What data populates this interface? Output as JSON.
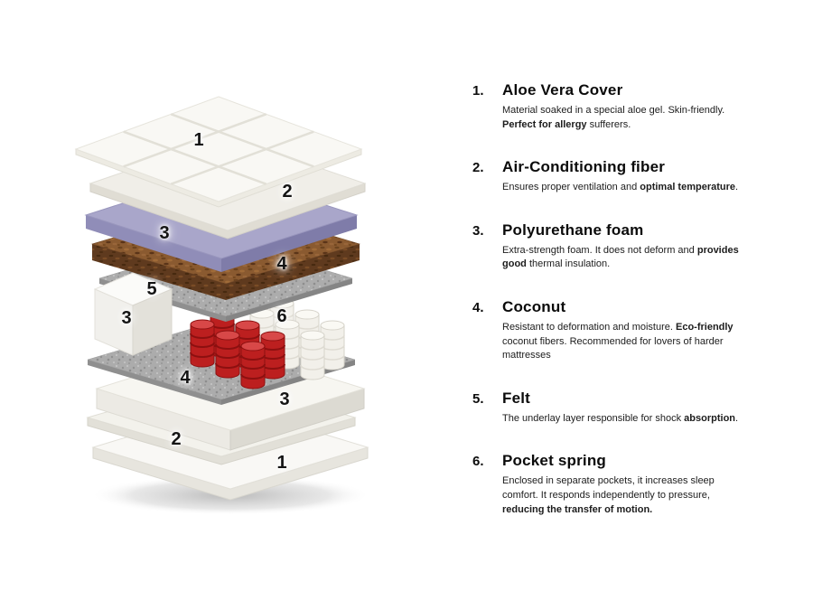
{
  "diagram": {
    "labels": [
      "1",
      "2",
      "3",
      "4",
      "5",
      "3",
      "6",
      "4",
      "3",
      "2",
      "1"
    ],
    "colors": {
      "foam_purple": "#a9a6ca",
      "coconut_brown": "#8a5a30",
      "felt_gray": "#acacac",
      "spring_red": "#bc1f1f",
      "fabric_white": "#f6f5f1"
    }
  },
  "legend": {
    "items": [
      {
        "number": "1.",
        "title": "Aloe Vera Cover",
        "desc": [
          {
            "text": "Material soaked in a special aloe gel. Skin-friendly. ",
            "bold": false
          },
          {
            "text": "Perfect for allergy",
            "bold": true
          },
          {
            "text": " sufferers.",
            "bold": false
          }
        ]
      },
      {
        "number": "2.",
        "title": "Air-Conditioning fiber",
        "desc": [
          {
            "text": "Ensures proper ventilation and ",
            "bold": false
          },
          {
            "text": "optimal temperature",
            "bold": true
          },
          {
            "text": ".",
            "bold": false
          }
        ]
      },
      {
        "number": "3.",
        "title": "Polyurethane foam",
        "desc": [
          {
            "text": "Extra-strength foam. It does not deform and ",
            "bold": false
          },
          {
            "text": "provides good",
            "bold": true
          },
          {
            "text": " thermal insulation.",
            "bold": false
          }
        ]
      },
      {
        "number": "4.",
        "title": "Coconut",
        "desc": [
          {
            "text": "Resistant to deformation and moisture. ",
            "bold": false
          },
          {
            "text": "Eco-friendly",
            "bold": true
          },
          {
            "text": " coconut fibers. Recommended for lovers of harder mattresses",
            "bold": false
          }
        ]
      },
      {
        "number": "5.",
        "title": "Felt",
        "desc": [
          {
            "text": "The underlay layer responsible for shock ",
            "bold": false
          },
          {
            "text": "absorption",
            "bold": true
          },
          {
            "text": ".",
            "bold": false
          }
        ]
      },
      {
        "number": "6.",
        "title": "Pocket spring",
        "desc": [
          {
            "text": "Enclosed in separate pockets, it increases sleep comfort. It responds independently to pressure, ",
            "bold": false
          },
          {
            "text": "reducing the transfer of motion.",
            "bold": true
          }
        ]
      }
    ]
  }
}
